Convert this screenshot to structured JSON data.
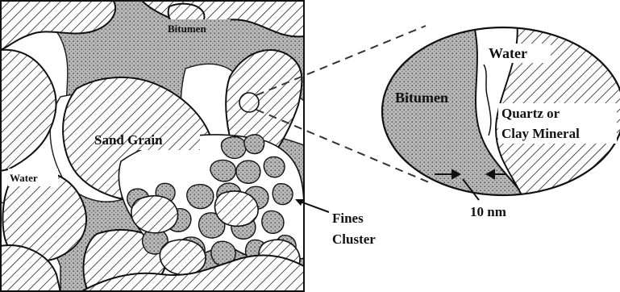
{
  "labels": {
    "bitumen_top": "Bitumen",
    "sand_grain": "Sand Grain",
    "water_left": "Water",
    "fines_line1": "Fines",
    "fines_line2": "Cluster",
    "zoom_water": "Water",
    "zoom_bitumen": "Bitumen",
    "quartz_line1": "Quartz or",
    "quartz_line2": "Clay Mineral",
    "film_thickness": "10 nm"
  },
  "colors": {
    "ink": "#111111",
    "stipple_background": "#b8b8b8",
    "water_fill": "#ffffff",
    "hatch_background": "#ffffff"
  }
}
